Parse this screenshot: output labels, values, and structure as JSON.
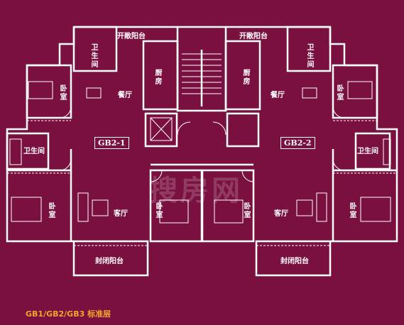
{
  "colors": {
    "background": "#7a1040",
    "wall": "#ffffff",
    "caption": "#f2a52c"
  },
  "unit_left": "GB2-1",
  "unit_right": "GB2-2",
  "rooms": {
    "open_balcony_l": "开敞阳台",
    "open_balcony_r": "开敞阳台",
    "bath_l_top": "卫生间",
    "bath_r_top": "卫生间",
    "kitchen_l": "厨房",
    "kitchen_r": "厨房",
    "bedroom_l_top": "卧室",
    "bedroom_r_top": "卧室",
    "dining_l": "餐厅",
    "dining_r": "餐厅",
    "bath_l_mid": "卫生间",
    "bath_r_mid": "卫生间",
    "bedroom_l_main": "卧室",
    "living_l": "客厅",
    "bedroom_l_mid": "卧室",
    "bedroom_r_mid": "卧室",
    "living_r": "客厅",
    "bedroom_r_main": "卧室",
    "closed_balcony_l": "封闭阳台",
    "closed_balcony_r": "封闭阳台"
  },
  "caption": "GB1/GB2/GB3 标准层",
  "watermark": "搜房网"
}
